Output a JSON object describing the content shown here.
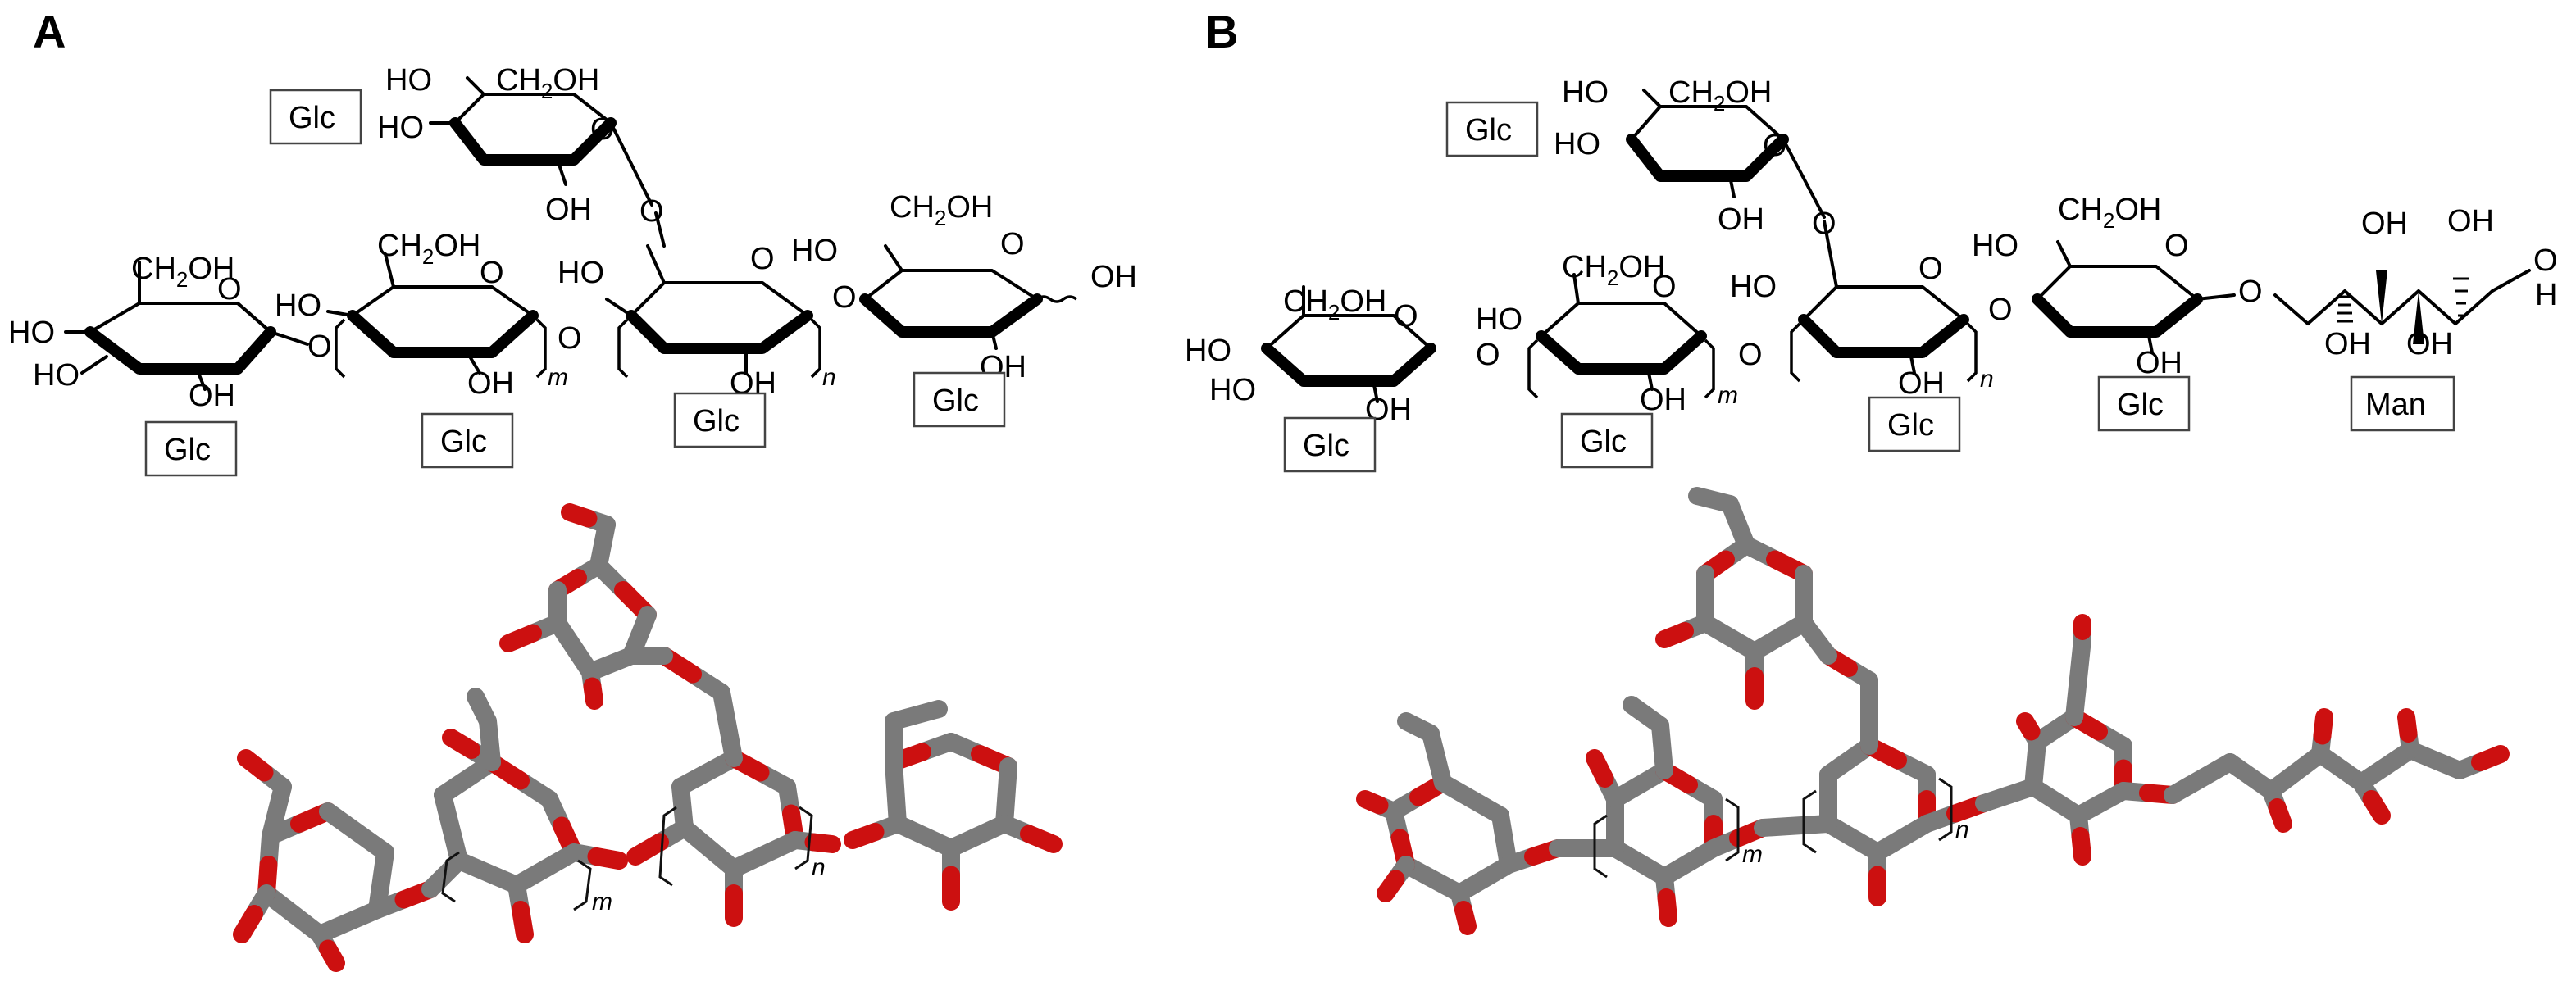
{
  "panels": [
    {
      "id": "A",
      "label": "A",
      "residue_labels": [
        "Glc",
        "Glc",
        "Glc",
        "Glc",
        "Glc"
      ],
      "repeat_indices": [
        "m",
        "n"
      ],
      "groups": [
        "HO",
        "CH",
        "2",
        "OH",
        "O"
      ],
      "anomeric_end": "OH"
    },
    {
      "id": "B",
      "label": "B",
      "residue_labels": [
        "Glc",
        "Glc",
        "Glc",
        "Glc",
        "Glc",
        "Man"
      ],
      "repeat_indices": [
        "m",
        "n"
      ],
      "groups": [
        "HO",
        "CH",
        "2",
        "OH",
        "O",
        "H"
      ]
    }
  ],
  "colors": {
    "carbon": "#7a7a7a",
    "oxygen": "#cc1010",
    "bond": "#000000"
  }
}
